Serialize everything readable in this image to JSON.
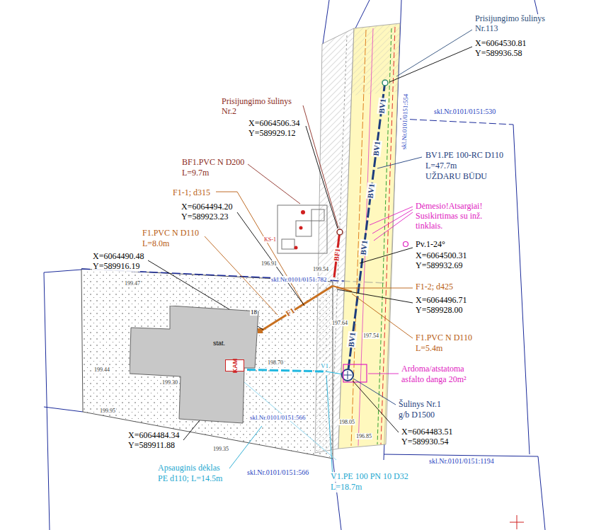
{
  "diagram": {
    "nodes": [
      {
        "text": [
          "stat."
        ]
      },
      {
        "text": [
          "KAM"
        ]
      }
    ],
    "labels": [
      "Prisijungimo šulinys",
      "Nr.113",
      "X=6064530.81",
      "Y=589936.58",
      "Prisijungimo šulinys",
      "Nr.2",
      "X=6064506.34",
      "Y=589929.12",
      "BF1.PVC N D200",
      "L=9.7m",
      "F1-1; d315",
      "X=6064494.20",
      "Y=589923.23",
      "F1.PVC N D110",
      "L=8.0m",
      "X=6064490.48",
      "Y=589916.19",
      "BV1.PE 100-RC D110",
      "L=47.7m",
      "UŽDARU BŪDU",
      "Dėmesio!Atsargiai!",
      "Susikirtimas su inž.",
      "tinklais.",
      "Pv.1-24°",
      "X=6064500.31",
      "Y=589932.69",
      "F1-2; d425",
      "X=6064496.71",
      "Y=589928.00",
      "F1.PVC N D110",
      "L=5.4m",
      "Ardoma/atstatoma",
      "asfalto danga 20m²",
      "Šulinys Nr.1",
      "g/b D1500",
      "X=6064483.51",
      "Y=589930.54",
      "X=6064484.34",
      "Y=589911.88",
      "Apsauginis dėklas",
      "PE d110; L=14.5m",
      "V1.PE 100 PN 10 D32",
      "L=18.7m",
      "skl.Nr.0101/0151:530",
      "skl.Nr.0101/0151:782",
      "skl.Nr.0101/0151:566",
      "skl.Nr.0101/0151:566",
      "skl.Nr.0101/0151:1194",
      "skl.Nr.0101/0151:554",
      "BV1",
      "BV1",
      "BV1",
      "BV1",
      "BV1",
      "BF1",
      "F1",
      "V1",
      "18",
      "KS-1",
      "199.47",
      "199.44",
      "199.30",
      "199.95",
      "199.54",
      "196.91",
      "198.70",
      "197.64",
      "197.54",
      "196.85",
      "198.05",
      "199.35"
    ]
  }
}
